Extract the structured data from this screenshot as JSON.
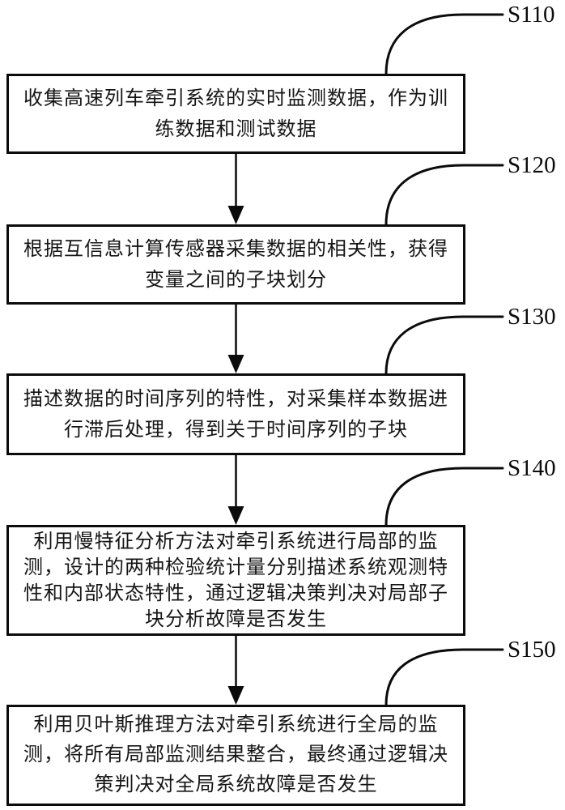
{
  "figure": {
    "kind": "flowchart",
    "background_color": "#ffffff",
    "line_color": "#0b0b0b",
    "text_color": "#151515"
  },
  "steps": [
    {
      "id": "S110",
      "lines": [
        "收集高速列车牵引系统的实时监测数据，作为训",
        "练数据和测试数据"
      ]
    },
    {
      "id": "S120",
      "lines": [
        "根据互信息计算传感器采集数据的相关性，获得",
        "变量之间的子块划分"
      ]
    },
    {
      "id": "S130",
      "lines": [
        "描述数据的时间序列的特性，对采集样本数据进",
        "行滞后处理，得到关于时间序列的子块"
      ]
    },
    {
      "id": "S140",
      "lines": [
        "利用慢特征分析方法对牵引系统进行局部的监",
        "测，设计的两种检验统计量分别描述系统观测特",
        "性和内部状态特性，通过逻辑决策判决对局部子",
        "块分析故障是否发生"
      ]
    },
    {
      "id": "S150",
      "lines": [
        "利用贝叶斯推理方法对牵引系统进行全局的监",
        "测，将所有局部监测结果整合，最终通过逻辑决",
        "策判决对全局系统故障是否发生"
      ]
    }
  ]
}
